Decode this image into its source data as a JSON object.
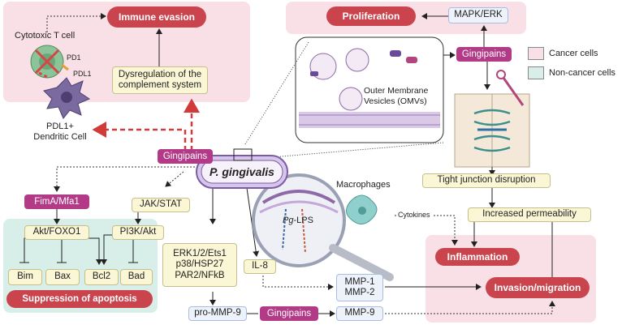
{
  "labels": {
    "immune_evasion": "Immune evasion",
    "cytotoxic_t_cell": "Cytotoxic T cell",
    "pd1": "PD1",
    "pdl1": "PDL1",
    "dysregulation": "Dysregulation of the complement system",
    "pdl1_dendritic": "PDL1+ Dendritic Cell",
    "proliferation": "Proliferation",
    "mapk_erk": "MAPK/ERK",
    "gingipains": "Gingipains",
    "omv": "Outer Membrane Vesicles (OMVs)",
    "p_gingivalis": "P. gingivalis",
    "fima_mfa1": "FimA/Mfa1",
    "jak_stat": "JAK/STAT",
    "akt_foxo1": "Akt/FOXO1",
    "pi3k_akt": "PI3K/Akt",
    "bim": "Bim",
    "bax": "Bax",
    "bcl2": "Bcl2",
    "bad": "Bad",
    "suppression_apoptosis": "Suppression of apoptosis",
    "erk_group": "ERK1/2/Ets1\np38/HSP27\nPAR2/NFkB",
    "il8": "IL-8",
    "macrophages": "Macrophages",
    "pg_lps_prefix": "Pg",
    "pg_lps_suffix": "-LPS",
    "cytokines": "Cytokines",
    "tight_junction": "Tight junction disruption",
    "increased_permeability": "Increased permeability",
    "inflammation": "Inflammation",
    "mmp12": "MMP-1\nMMP-2",
    "invasion": "Invasion/migration",
    "pro_mmp9": "pro-MMP-9",
    "mmp9": "MMP-9"
  },
  "legend": {
    "cancer": "Cancer cells",
    "noncancer": "Non-cancer cells",
    "cancer_color": "#f9dfe6",
    "noncancer_color": "#d7eee9"
  },
  "colors": {
    "red_pill": "#c9444d",
    "magenta_tag": "#b23a86",
    "yellow_box": "#fbf7d6",
    "blue_box": "#eef3fb",
    "dashed_red": "#d23a3a"
  }
}
